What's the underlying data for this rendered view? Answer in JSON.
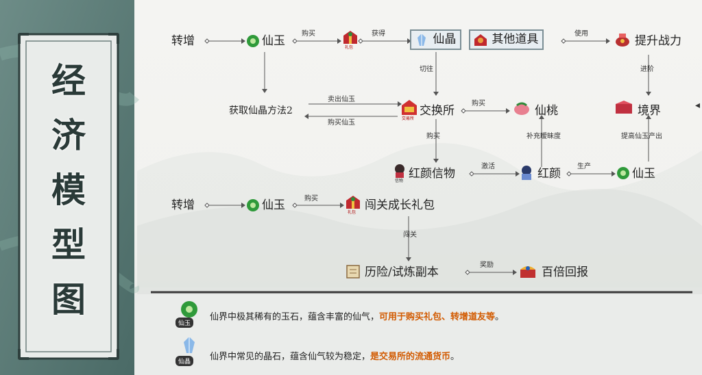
{
  "title": [
    "经",
    "济",
    "模",
    "型",
    "图"
  ],
  "flow1": {
    "zhuanzeng": "转增",
    "xianyu": "仙玉",
    "goumai": "购买",
    "libao_cap": "礼包",
    "huode": "获得",
    "xianjing": "仙晶",
    "qita": "其他道具",
    "shiyong": "使用",
    "tisheng": "提升战力",
    "qiehuan": "切往",
    "jinjie": "进阶",
    "fangfa": "获取仙晶方法2",
    "maichu": "卖出仙玉",
    "mairu": "购买仙玉",
    "jiaohuan": "交换所",
    "jiaohuan_cap": "交易所",
    "goumai2": "购买",
    "xiantao": "仙桃",
    "jingjie": "境界",
    "goumai3": "购买",
    "buchong": "补充暧昧度",
    "tigao": "提高仙玉产出",
    "xinwu": "红颜信物",
    "xinwu_cap": "信物",
    "jihuo": "激活",
    "hongyan": "红颜",
    "shengchan": "生产",
    "xianyu3": "仙玉"
  },
  "flow2": {
    "zhuanzeng": "转增",
    "xianyu": "仙玉",
    "goumai": "购买",
    "libao_cap": "礼包",
    "libao": "闯关成长礼包",
    "chuangguan": "闯关",
    "fuben": "历险/试炼副本",
    "jiangli": "奖励",
    "huibao": "百倍回报"
  },
  "legend": [
    {
      "badge": "仙玉",
      "text": "仙界中极其稀有的玉石，蕴含丰富的仙气，",
      "highlight": "可用于购买礼包、转增道友等",
      "end": "。"
    },
    {
      "badge": "仙晶",
      "text": "仙界中常见的晶石，蕴含仙气较为稳定，",
      "highlight": "是交易所的流通货币",
      "end": "。"
    }
  ],
  "colors": {
    "accent": "#d25a00",
    "panel": "#3d5a57",
    "paper": "#f3f3f1"
  }
}
